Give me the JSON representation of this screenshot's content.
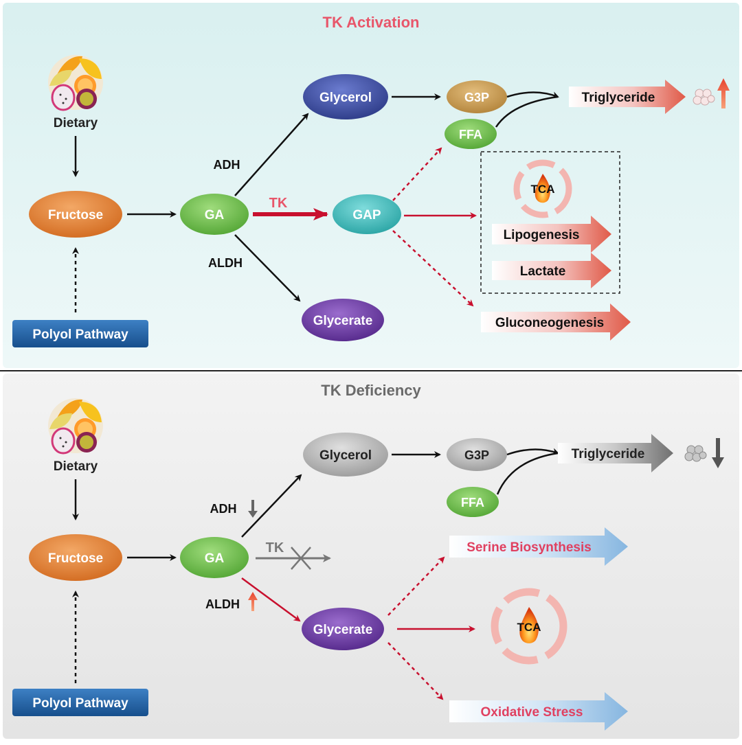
{
  "top": {
    "title": "TK Activation",
    "dietary": "Dietary",
    "fructose": "Fructose",
    "polyol": "Polyol Pathway",
    "ga": "GA",
    "glycerol": "Glycerol",
    "g3p": "G3P",
    "ffa": "FFA",
    "triglyceride": "Triglyceride",
    "gap": "GAP",
    "glycerate": "Glycerate",
    "adh": "ADH",
    "aldh": "ALDH",
    "tk": "TK",
    "tca": "TCA",
    "lipogenesis": "Lipogenesis",
    "lactate": "Lactate",
    "gluconeogenesis": "Gluconeogenesis",
    "trend": "up"
  },
  "bottom": {
    "title": "TK Deficiency",
    "dietary": "Dietary",
    "fructose": "Fructose",
    "polyol": "Polyol Pathway",
    "ga": "GA",
    "glycerol": "Glycerol",
    "g3p": "G3P",
    "ffa": "FFA",
    "triglyceride": "Triglyceride",
    "glycerate": "Glycerate",
    "adh": "ADH",
    "aldh": "ALDH",
    "tk": "TK",
    "tca": "TCA",
    "serine": "Serine Biosynthesis",
    "oxidative": "Oxidative Stress",
    "trend": "down"
  },
  "colors": {
    "top_bg": "#e4f3f3",
    "bottom_bg": "#ececec",
    "title_top": "#e8566a",
    "title_bottom": "#6a6a6a",
    "red_arrow": "#c8102e",
    "fructose": "#e07b2e",
    "ga": "#6cbf4a",
    "glycerol": "#3d4fa0",
    "g3p": "#c89a4a",
    "gap": "#3fb8b8",
    "glycerate": "#6a3f9c",
    "polyol": "#1e63a8",
    "gray_node": "#a8a8a8",
    "pink_text": "#e04060"
  }
}
